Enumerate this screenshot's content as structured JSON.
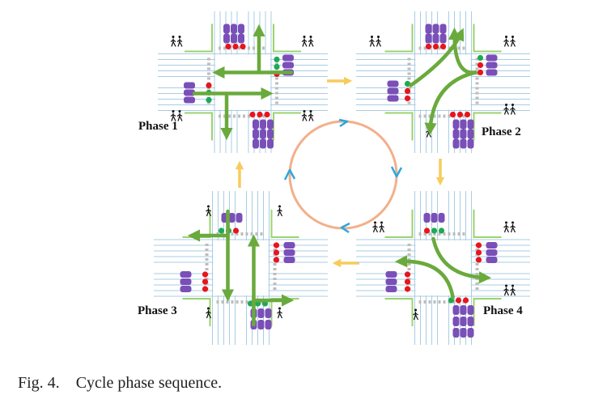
{
  "phases": [
    {
      "label": "Phase 1"
    },
    {
      "label": "Phase 2"
    },
    {
      "label": "Phase 3"
    },
    {
      "label": "Phase 4"
    }
  ],
  "caption": {
    "number": "Fig. 4.",
    "text": "Cycle phase sequence."
  },
  "colors": {
    "road": "#a9cde3",
    "curb": "#9bd36e",
    "green_arrow": "#6aaa3c",
    "vehicle": "#7a4fb8",
    "signal_red": "#e8141e",
    "signal_green": "#1daa55",
    "cycle_ring": "#f2b08a",
    "cycle_arrow": "#2aa6e0",
    "transition_arrow": "#f7cc5c",
    "crosswalk": "#bdbdbd"
  }
}
